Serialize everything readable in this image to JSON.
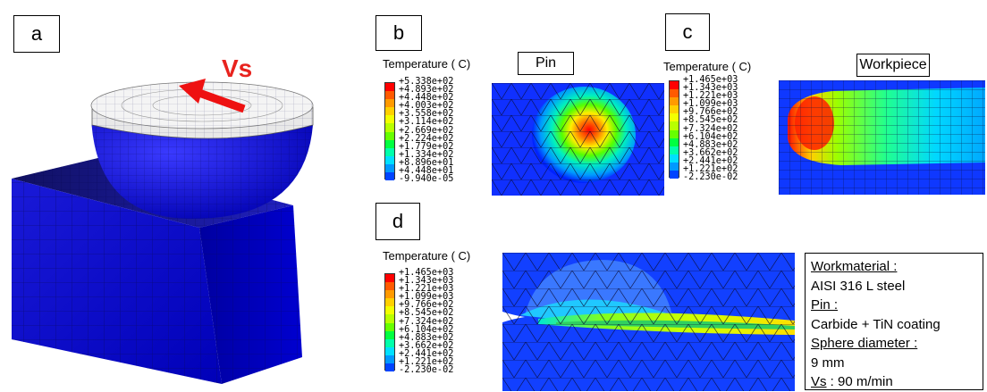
{
  "panels": {
    "a": {
      "label": "a",
      "velocity_label": "Vs"
    },
    "b": {
      "label": "b",
      "title": "Pin",
      "legend_title": "Temperature ( C)",
      "legend_values": [
        "+5.338e+02",
        "+4.893e+02",
        "+4.448e+02",
        "+4.003e+02",
        "+3.558e+02",
        "+3.114e+02",
        "+2.669e+02",
        "+2.224e+02",
        "+1.779e+02",
        "+1.334e+02",
        "+8.896e+01",
        "+4.448e+01",
        "-9.940e-05"
      ]
    },
    "c": {
      "label": "c",
      "title": "Workpiece",
      "legend_title": "Temperature ( C)",
      "legend_values": [
        "+1.465e+03",
        "+1.343e+03",
        "+1.221e+03",
        "+1.099e+03",
        "+9.766e+02",
        "+8.545e+02",
        "+7.324e+02",
        "+6.104e+02",
        "+4.883e+02",
        "+3.662e+02",
        "+2.441e+02",
        "+1.221e+02",
        "-2.230e-02"
      ]
    },
    "d": {
      "label": "d",
      "legend_title": "Temperature ( C)",
      "legend_values": [
        "+1.465e+03",
        "+1.343e+03",
        "+1.221e+03",
        "+1.099e+03",
        "+9.766e+02",
        "+8.545e+02",
        "+7.324e+02",
        "+6.104e+02",
        "+4.883e+02",
        "+3.662e+02",
        "+2.441e+02",
        "+1.221e+02",
        "-2.230e-02"
      ]
    }
  },
  "colorscale": [
    "#ff0000",
    "#ff5a00",
    "#ff9a00",
    "#ffd000",
    "#f2ff00",
    "#b8ff00",
    "#66ff00",
    "#00ff40",
    "#00ffaa",
    "#00e0ff",
    "#0099ff",
    "#0044ff",
    "#0000ff"
  ],
  "info": {
    "workmaterial_label": "Workmaterial :",
    "workmaterial_value": "AISI 316 L steel",
    "pin_label": "Pin :",
    "pin_value": "Carbide + TiN coating",
    "sphere_label": "Sphere diameter :",
    "sphere_value": "9 mm",
    "vs_label": "Vs",
    "vs_value": " : 90 m/min"
  }
}
